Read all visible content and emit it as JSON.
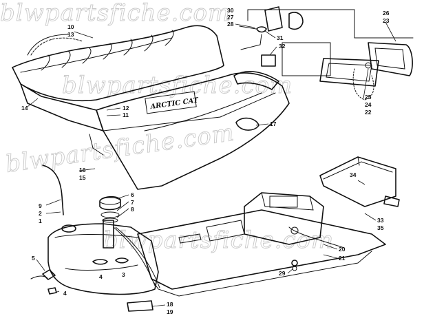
{
  "diagram": {
    "brand_label": "ARCTIC CAT",
    "watermark_text": "blwpartsfiche.com",
    "footer_text": "",
    "callouts": [
      {
        "id": "c10",
        "text": "10"
      },
      {
        "id": "c13",
        "text": "13"
      },
      {
        "id": "c14",
        "text": "14"
      },
      {
        "id": "c12",
        "text": "12"
      },
      {
        "id": "c11",
        "text": "11"
      },
      {
        "id": "c17",
        "text": "17"
      },
      {
        "id": "c16",
        "text": "16"
      },
      {
        "id": "c15",
        "text": "15"
      },
      {
        "id": "c30",
        "text": "30"
      },
      {
        "id": "c27",
        "text": "27"
      },
      {
        "id": "c28",
        "text": "28"
      },
      {
        "id": "c31",
        "text": "31"
      },
      {
        "id": "c32",
        "text": "32"
      },
      {
        "id": "c26",
        "text": "26"
      },
      {
        "id": "c23",
        "text": "23"
      },
      {
        "id": "c25",
        "text": "25"
      },
      {
        "id": "c24",
        "text": "24"
      },
      {
        "id": "c22",
        "text": "22"
      },
      {
        "id": "c34",
        "text": "34"
      },
      {
        "id": "c33",
        "text": "33"
      },
      {
        "id": "c35b",
        "text": "35"
      },
      {
        "id": "c9",
        "text": "9"
      },
      {
        "id": "c2",
        "text": "2"
      },
      {
        "id": "c1",
        "text": "1"
      },
      {
        "id": "c6",
        "text": "6"
      },
      {
        "id": "c7",
        "text": "7"
      },
      {
        "id": "c8",
        "text": "8"
      },
      {
        "id": "c5",
        "text": "5"
      },
      {
        "id": "c4a",
        "text": "4"
      },
      {
        "id": "c3",
        "text": "3"
      },
      {
        "id": "c4b",
        "text": "4"
      },
      {
        "id": "c20",
        "text": "20"
      },
      {
        "id": "c21",
        "text": "21"
      },
      {
        "id": "c29",
        "text": "29"
      },
      {
        "id": "c18",
        "text": "18"
      },
      {
        "id": "c19",
        "text": "19"
      }
    ]
  }
}
